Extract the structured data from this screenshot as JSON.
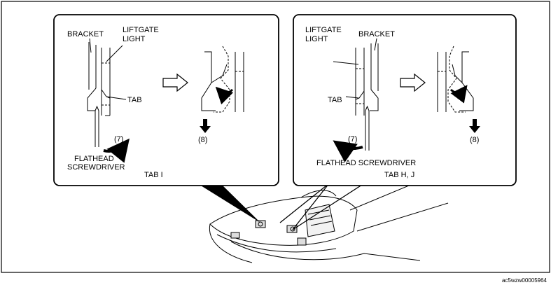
{
  "left_panel": {
    "bracket": "BRACKET",
    "liftgate_light_1": "LIFTGATE",
    "liftgate_light_2": "LIGHT",
    "tab": "TAB",
    "step7": "(7)",
    "step8": "(8)",
    "flathead_1": "FLATHEAD",
    "flathead_2": "SCREWDRIVER",
    "tab_id": "TAB I"
  },
  "right_panel": {
    "liftgate_light_1": "LIFTGATE",
    "liftgate_light_2": "LIGHT",
    "bracket": "BRACKET",
    "tab": "TAB",
    "step7": "(7)",
    "step8": "(8)",
    "flathead": "FLATHEAD SCREWDRIVER",
    "tab_id": "TAB H, J"
  },
  "caption": "ac5wzw00005964"
}
